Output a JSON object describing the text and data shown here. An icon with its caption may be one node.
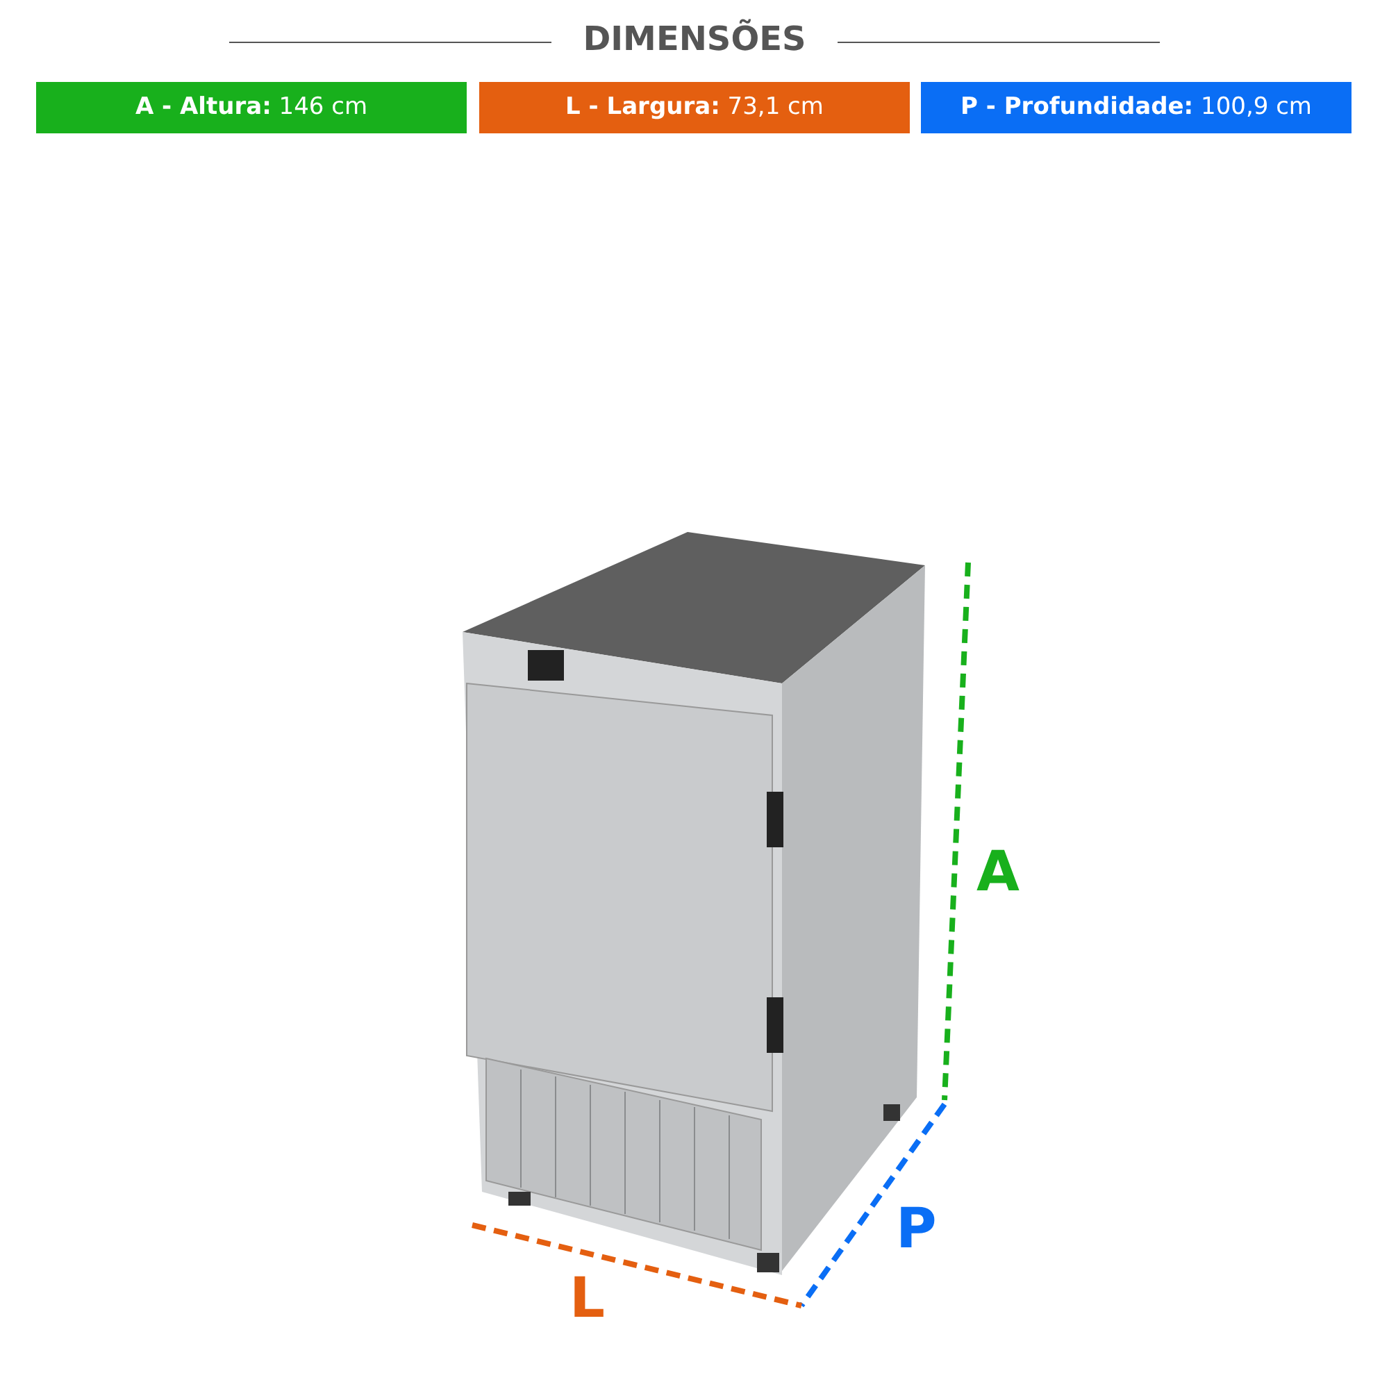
{
  "diagram": {
    "title": "DIMENSÕES",
    "legend": [
      {
        "text": "**A - Altura:** 146 cm",
        "color": "#18b01c"
      },
      {
        "text": "**L - Largura:** 73,1 cm",
        "color": "#e45f10"
      },
      {
        "text": "**P - Profundidade:** 100,9 cm",
        "color": "#0a6ef5"
      }
    ],
    "labels": [
      "A",
      "P",
      "L"
    ]
  }
}
